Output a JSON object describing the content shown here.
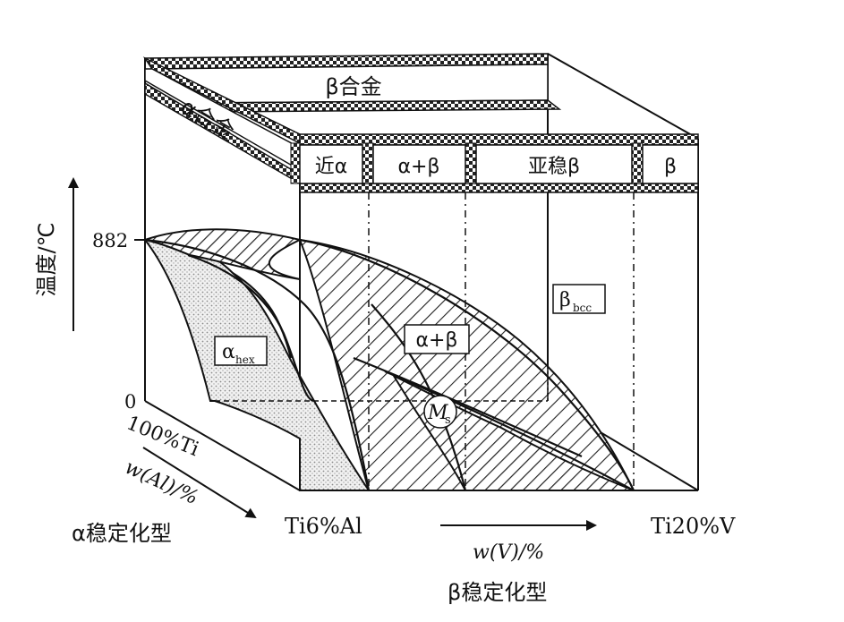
{
  "top_bands": {
    "beta_alloy": "β合金",
    "alpha_alloy": "α合金"
  },
  "front_bands": [
    {
      "label": "近α"
    },
    {
      "label": "α+β"
    },
    {
      "label": "亚稳β"
    },
    {
      "label": "β"
    }
  ],
  "y_axis": {
    "label": "温度/℃",
    "tick_882": "882",
    "tick_0": "0"
  },
  "depth_axis": {
    "ti_label": "100%Ti",
    "al_label": "w(Al)/%",
    "al_type": "α稳定化型"
  },
  "x_axis": {
    "start_label": "Ti6%Al",
    "end_label": "Ti20%V",
    "v_label": "w(V)/%",
    "v_type": "β稳定化型"
  },
  "regions": {
    "alpha_hex_main": "α",
    "alpha_hex_sub": "hex",
    "alpha_beta": "α+β",
    "beta_bcc_main": "β",
    "beta_bcc_sub": "bcc",
    "ms_main": "M",
    "ms_sub": "s"
  },
  "colors": {
    "line": "#111111",
    "stipple": "#d9d9d9",
    "hatch": "#222222"
  }
}
